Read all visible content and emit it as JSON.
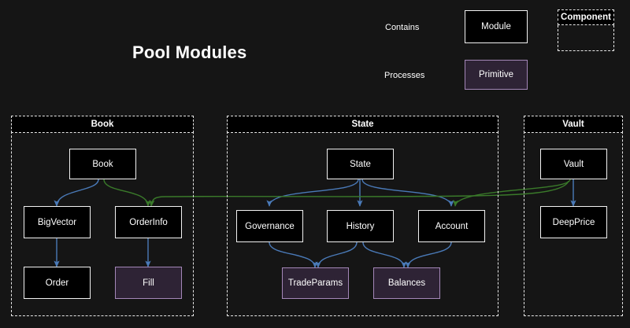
{
  "diagram": {
    "title": "Pool Modules",
    "background_color": "#151515",
    "colors": {
      "contains_arrow": "#4a7ab8",
      "processes_arrow": "#3a7a2a",
      "module_fill": "#000000",
      "module_border": "#f2f2f2",
      "primitive_fill": "#2e2335",
      "primitive_border": "#a487b8",
      "component_border": "#e8e8e8",
      "text": "#ffffff"
    }
  },
  "legend": {
    "contains_label": "Contains",
    "processes_label": "Processes",
    "module_label": "Module",
    "primitive_label": "Primitive",
    "component_label": "Component"
  },
  "components": [
    {
      "id": "book",
      "label": "Book"
    },
    {
      "id": "state",
      "label": "State"
    },
    {
      "id": "vault",
      "label": "Vault"
    }
  ],
  "nodes": [
    {
      "id": "book",
      "label": "Book",
      "type": "module",
      "component": "book"
    },
    {
      "id": "bigvector",
      "label": "BigVector",
      "type": "module",
      "component": "book"
    },
    {
      "id": "orderinfo",
      "label": "OrderInfo",
      "type": "module",
      "component": "book"
    },
    {
      "id": "order",
      "label": "Order",
      "type": "module",
      "component": "book"
    },
    {
      "id": "fill",
      "label": "Fill",
      "type": "primitive",
      "component": "book"
    },
    {
      "id": "state",
      "label": "State",
      "type": "module",
      "component": "state"
    },
    {
      "id": "governance",
      "label": "Governance",
      "type": "module",
      "component": "state"
    },
    {
      "id": "history",
      "label": "History",
      "type": "module",
      "component": "state"
    },
    {
      "id": "account",
      "label": "Account",
      "type": "module",
      "component": "state"
    },
    {
      "id": "tradeparams",
      "label": "TradeParams",
      "type": "primitive",
      "component": "state"
    },
    {
      "id": "balances",
      "label": "Balances",
      "type": "primitive",
      "component": "state"
    },
    {
      "id": "vault",
      "label": "Vault",
      "type": "module",
      "component": "vault"
    },
    {
      "id": "deepprice",
      "label": "DeepPrice",
      "type": "module",
      "component": "vault"
    }
  ],
  "edges": [
    {
      "from": "book",
      "to": "bigvector",
      "relation": "Contains"
    },
    {
      "from": "bigvector",
      "to": "order",
      "relation": "Contains"
    },
    {
      "from": "orderinfo",
      "to": "fill",
      "relation": "Contains"
    },
    {
      "from": "state",
      "to": "governance",
      "relation": "Contains"
    },
    {
      "from": "state",
      "to": "history",
      "relation": "Contains"
    },
    {
      "from": "state",
      "to": "account",
      "relation": "Contains"
    },
    {
      "from": "governance",
      "to": "tradeparams",
      "relation": "Contains"
    },
    {
      "from": "history",
      "to": "tradeparams",
      "relation": "Contains"
    },
    {
      "from": "history",
      "to": "balances",
      "relation": "Contains"
    },
    {
      "from": "account",
      "to": "balances",
      "relation": "Contains"
    },
    {
      "from": "vault",
      "to": "deepprice",
      "relation": "Contains"
    },
    {
      "from": "book",
      "to": "orderinfo",
      "relation": "Processes"
    },
    {
      "from": "vault",
      "to": "orderinfo",
      "relation": "Processes"
    },
    {
      "from": "vault",
      "to": "account",
      "relation": "Processes"
    }
  ]
}
